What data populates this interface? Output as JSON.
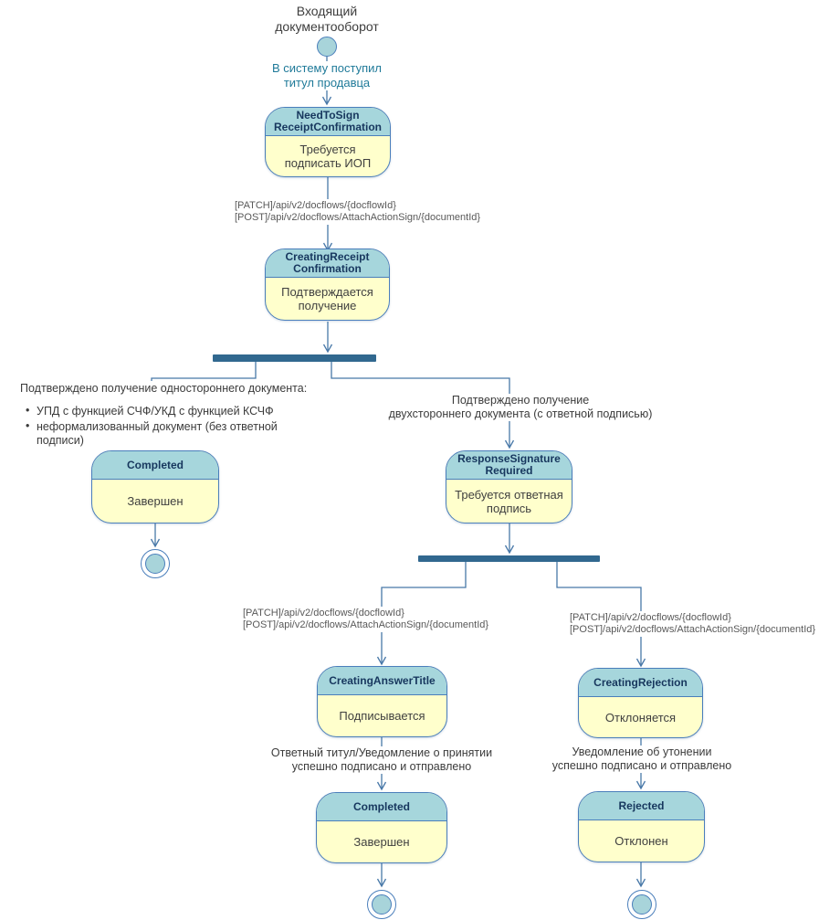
{
  "title": "Входящий документооборот",
  "colors": {
    "state_header_fill": "#a6d6dc",
    "state_body_fill": "#ffffcc",
    "state_border": "#4a7ebb",
    "fork_bar": "#31688f",
    "connector": "#4878a8",
    "state_name_text": "#17375e",
    "start_label_text": "#1f7a99",
    "api_label_text": "#595959",
    "note_text": "#3b3b3b"
  },
  "start": {
    "event_label": "В систему поступил титул продавца"
  },
  "api_call": {
    "patch": "[PATCH]/api/v2/docflows/{docflowId}",
    "post": "[POST]/api/v2/docflows/AttachActionSign/{documentId}"
  },
  "branches": {
    "one_sided": {
      "heading": "Подтверждено получение одностороннего документа:",
      "bullets": [
        "УПД с функцией СЧФ/УКД с функцией КСЧФ",
        "неформализованный документ (без ответной подписи)"
      ]
    },
    "two_sided": {
      "line1": "Подтверждено получение",
      "line2": "двухстороннего документа (с ответной подписью)"
    },
    "answer_sent": {
      "line1": "Ответный титул/Уведомление о принятии",
      "line2": "успешно подписано и отправлено"
    },
    "rejection_sent": {
      "line1": "Уведомление об утонении",
      "line2": "успешно подписано и отправлено"
    }
  },
  "states": {
    "need_to_sign": {
      "name": "NeedToSign ReceiptConfirmation",
      "description": "Требуется подписать ИОП"
    },
    "creating_receipt": {
      "name": "CreatingReceipt Confirmation",
      "description": "Подтверждается получение"
    },
    "completed_left": {
      "name": "Completed",
      "description": "Завершен"
    },
    "response_signature": {
      "name": "ResponseSignature Required",
      "description": "Требуется ответная подпись"
    },
    "creating_answer": {
      "name": "CreatingAnswerTitle",
      "description": "Подписывается"
    },
    "creating_rejection": {
      "name": "CreatingRejection",
      "description": "Отклоняется"
    },
    "completed_bottom": {
      "name": "Completed",
      "description": "Завершен"
    },
    "rejected": {
      "name": "Rejected",
      "description": "Отклонен"
    }
  }
}
